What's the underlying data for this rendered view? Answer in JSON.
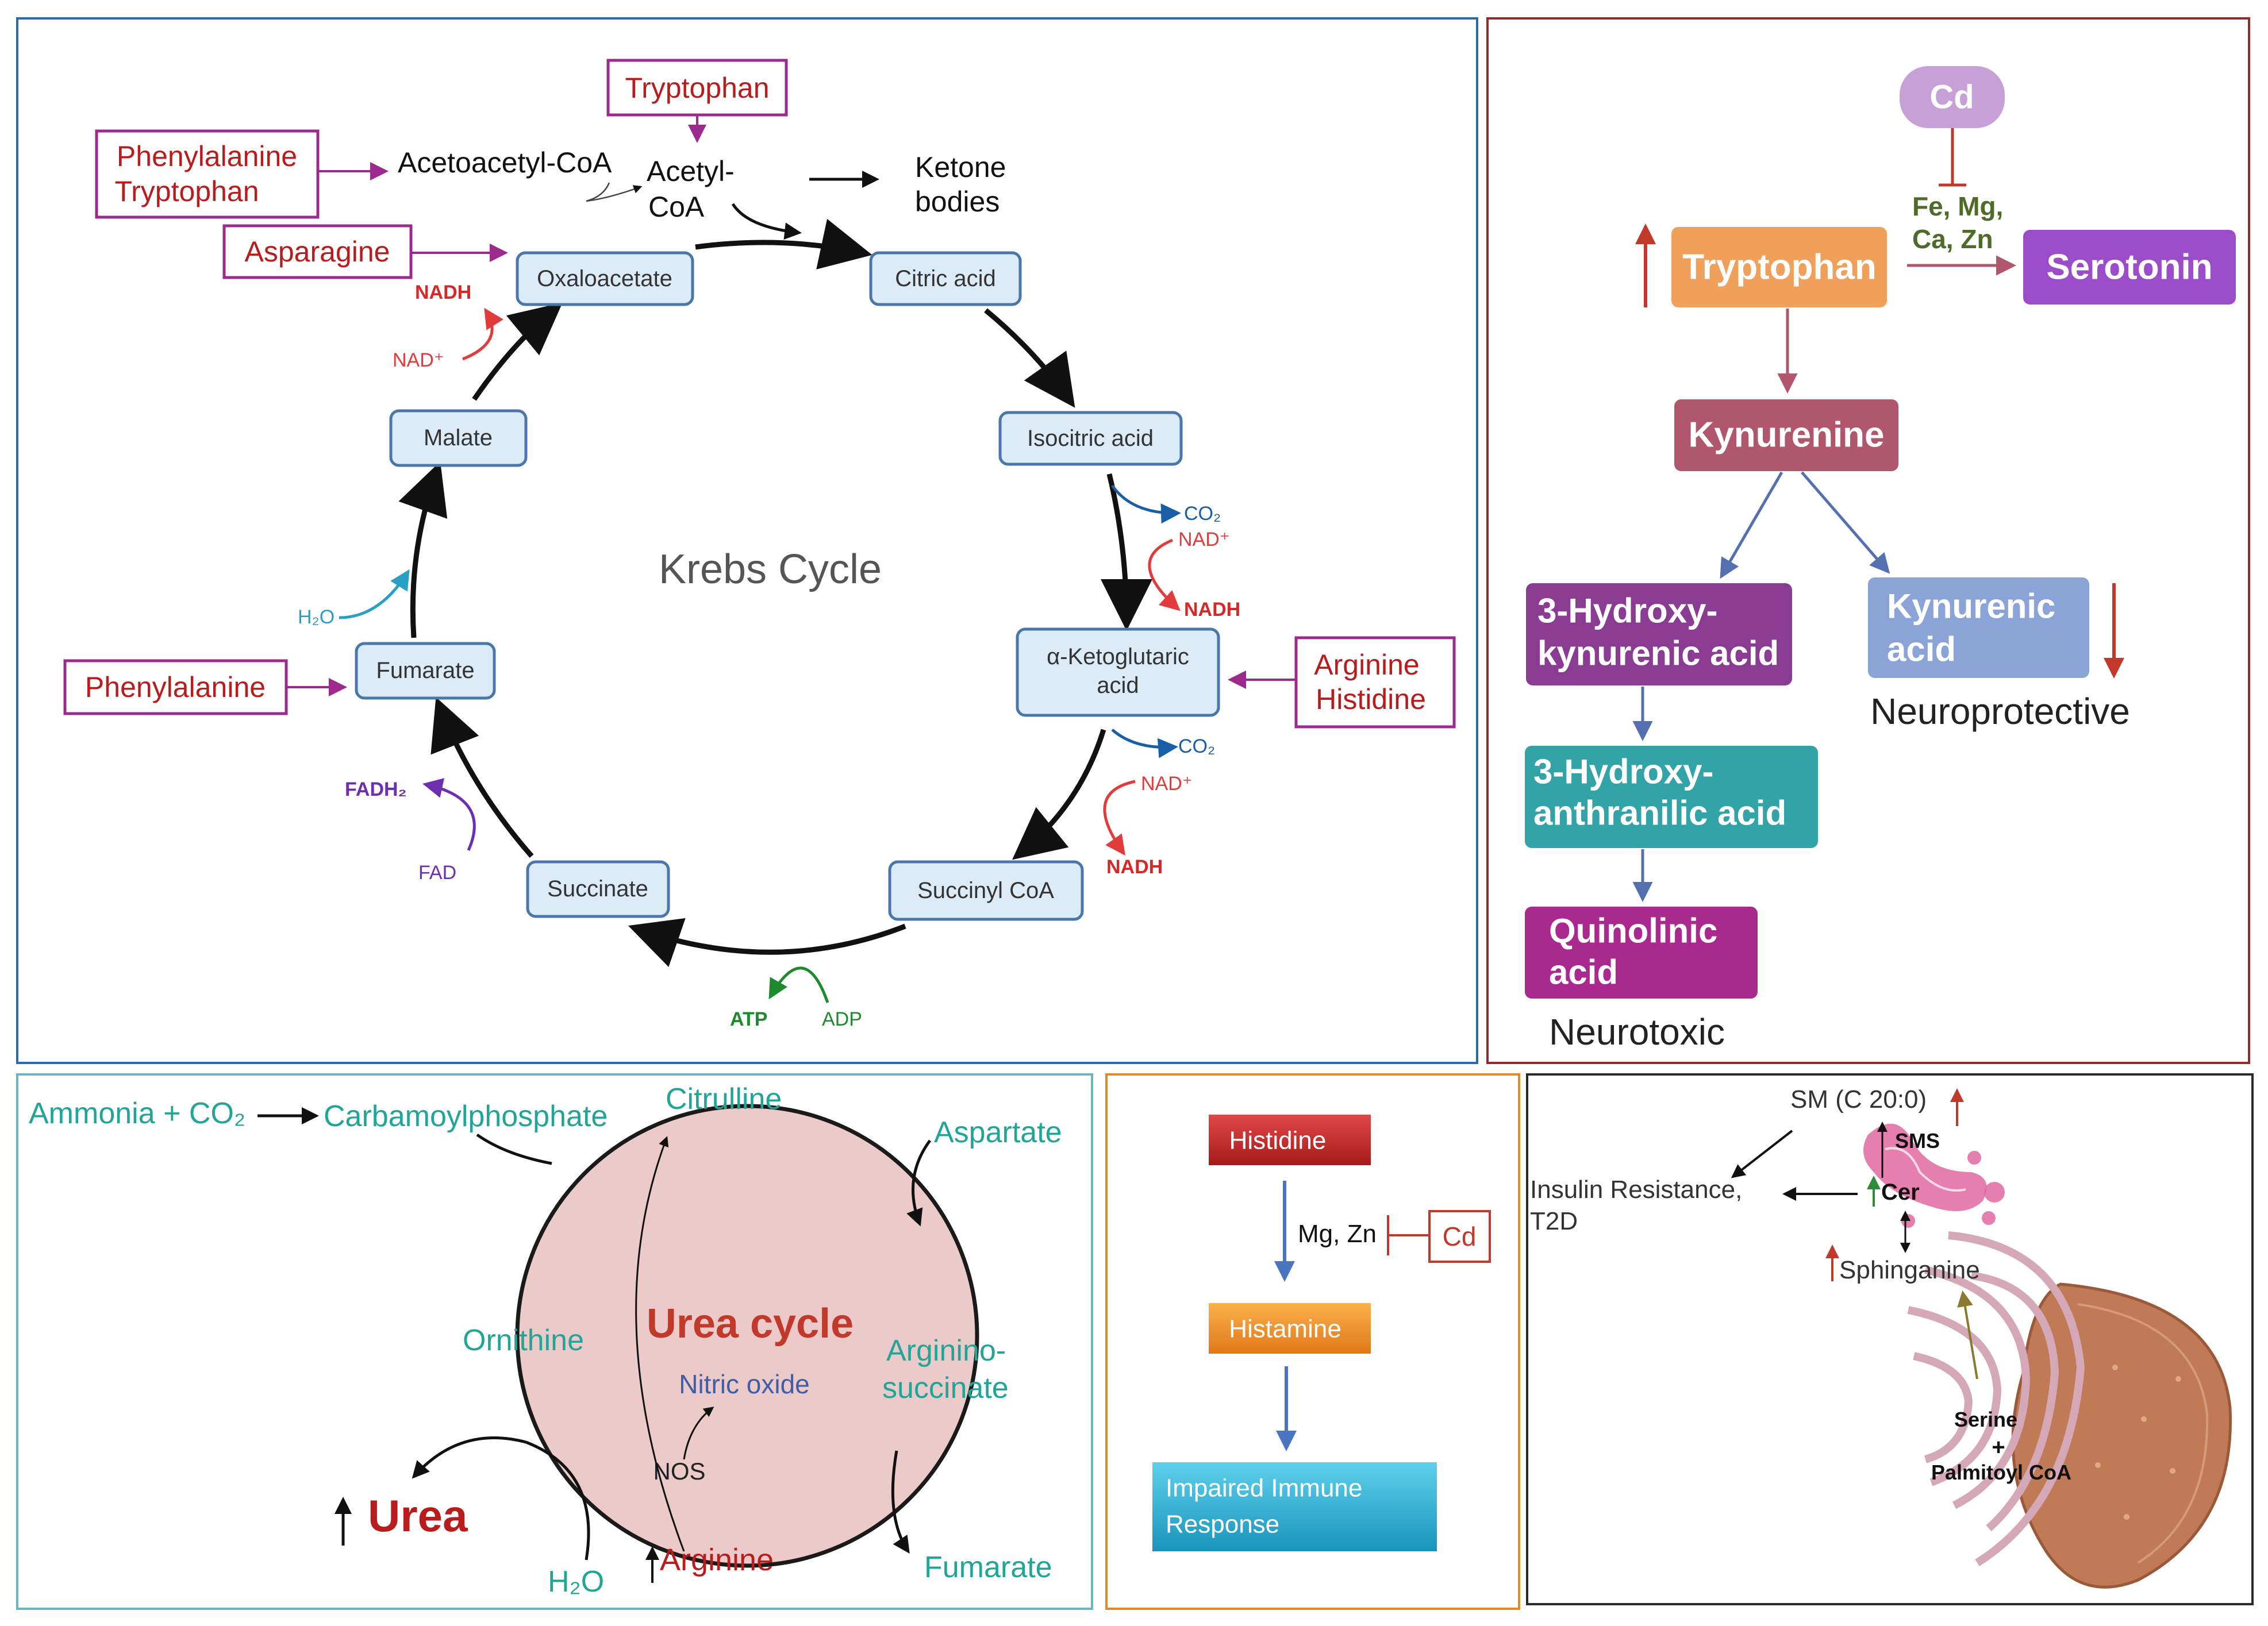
{
  "krebs": {
    "title": "Krebs Cycle",
    "nodes": {
      "oxaloacetate": "Oxaloacetate",
      "citric": "Citric acid",
      "isocitric": "Isocitric acid",
      "akg_1": "α-Ketoglutaric",
      "akg_2": "acid",
      "succinylcoa": "Succinyl CoA",
      "succinate": "Succinate",
      "fumarate": "Fumarate",
      "malate": "Malate"
    },
    "inputs": {
      "tryptophan": "Tryptophan",
      "phe_trp_1": "Phenylalanine",
      "phe_trp_2": "Tryptophan",
      "asparagine": "Asparagine",
      "phenylalanine": "Phenylalanine",
      "arg_1": "Arginine",
      "arg_2": "Histidine"
    },
    "metabolites": {
      "acetoacetyl": "Acetoacetyl-CoA",
      "acetyl_1": "Acetyl-",
      "acetyl_2": "CoA",
      "ketone_1": "Ketone",
      "ketone_2": "bodies"
    },
    "cofactors": {
      "nadh": "NADH",
      "nad": "NAD⁺",
      "co2": "CO₂",
      "fadh2": "FADH₂",
      "fad": "FAD",
      "atp": "ATP",
      "adp": "ADP",
      "h2o": "H₂O"
    }
  },
  "tryptophan_panel": {
    "cd": "Cd",
    "metals_1": "Fe, Mg,",
    "metals_2": "Ca, Zn",
    "tryptophan": "Tryptophan",
    "serotonin": "Serotonin",
    "kynurenine": "Kynurenine",
    "hk_1": "3-Hydroxy-",
    "hk_2": "kynurenic acid",
    "ka_1": "Kynurenic",
    "ka_2": "acid",
    "haa_1": "3-Hydroxy-",
    "haa_2": "anthranilic  acid",
    "qa_1": "Quinolinic",
    "qa_2": "acid",
    "neuroprotective": "Neuroprotective",
    "neurotoxic": "Neurotoxic"
  },
  "urea": {
    "ammonia": "Ammonia + CO₂",
    "carbamoyl": "Carbamoylphosphate",
    "citrulline": "Citrulline",
    "aspartate": "Aspartate",
    "argsucc_1": "Arginino-",
    "argsucc_2": "succinate",
    "fumarate": "Fumarate",
    "arginine": "Arginine",
    "h2o": "H₂O",
    "urea": "Urea",
    "ornithine": "Ornithine",
    "title": "Urea cycle",
    "nitric": "Nitric oxide",
    "nos": "NOS"
  },
  "histidine_panel": {
    "histidine": "Histidine",
    "metals": "Mg, Zn",
    "cd": "Cd",
    "histamine": "Histamine",
    "impaired_1": "Impaired Immune",
    "impaired_2": "Response"
  },
  "sphingolipid": {
    "sm": "SM (C 20:0)",
    "sms": "SMS",
    "cer": "Cer",
    "insulin_1": "Insulin Resistance,",
    "insulin_2": "T2D",
    "sphinganine": "Sphinganine",
    "serine": "Serine",
    "plus": "+",
    "palmitoyl": "Palmitoyl CoA"
  },
  "colors": {
    "input_red": "#b81c1c",
    "input_border": "#9c2a8c",
    "teal": "#21a596",
    "tryptophan_orange": "#f0a05a",
    "serotonin_purple": "#9b4dc9",
    "kynurenine_rose": "#b0566d",
    "kynurenic_blue": "#8aa4d8",
    "hydroxy_purple": "#8a3c93",
    "anthranilic_teal": "#32a3a6",
    "quinolinic_magenta": "#a9298f"
  }
}
